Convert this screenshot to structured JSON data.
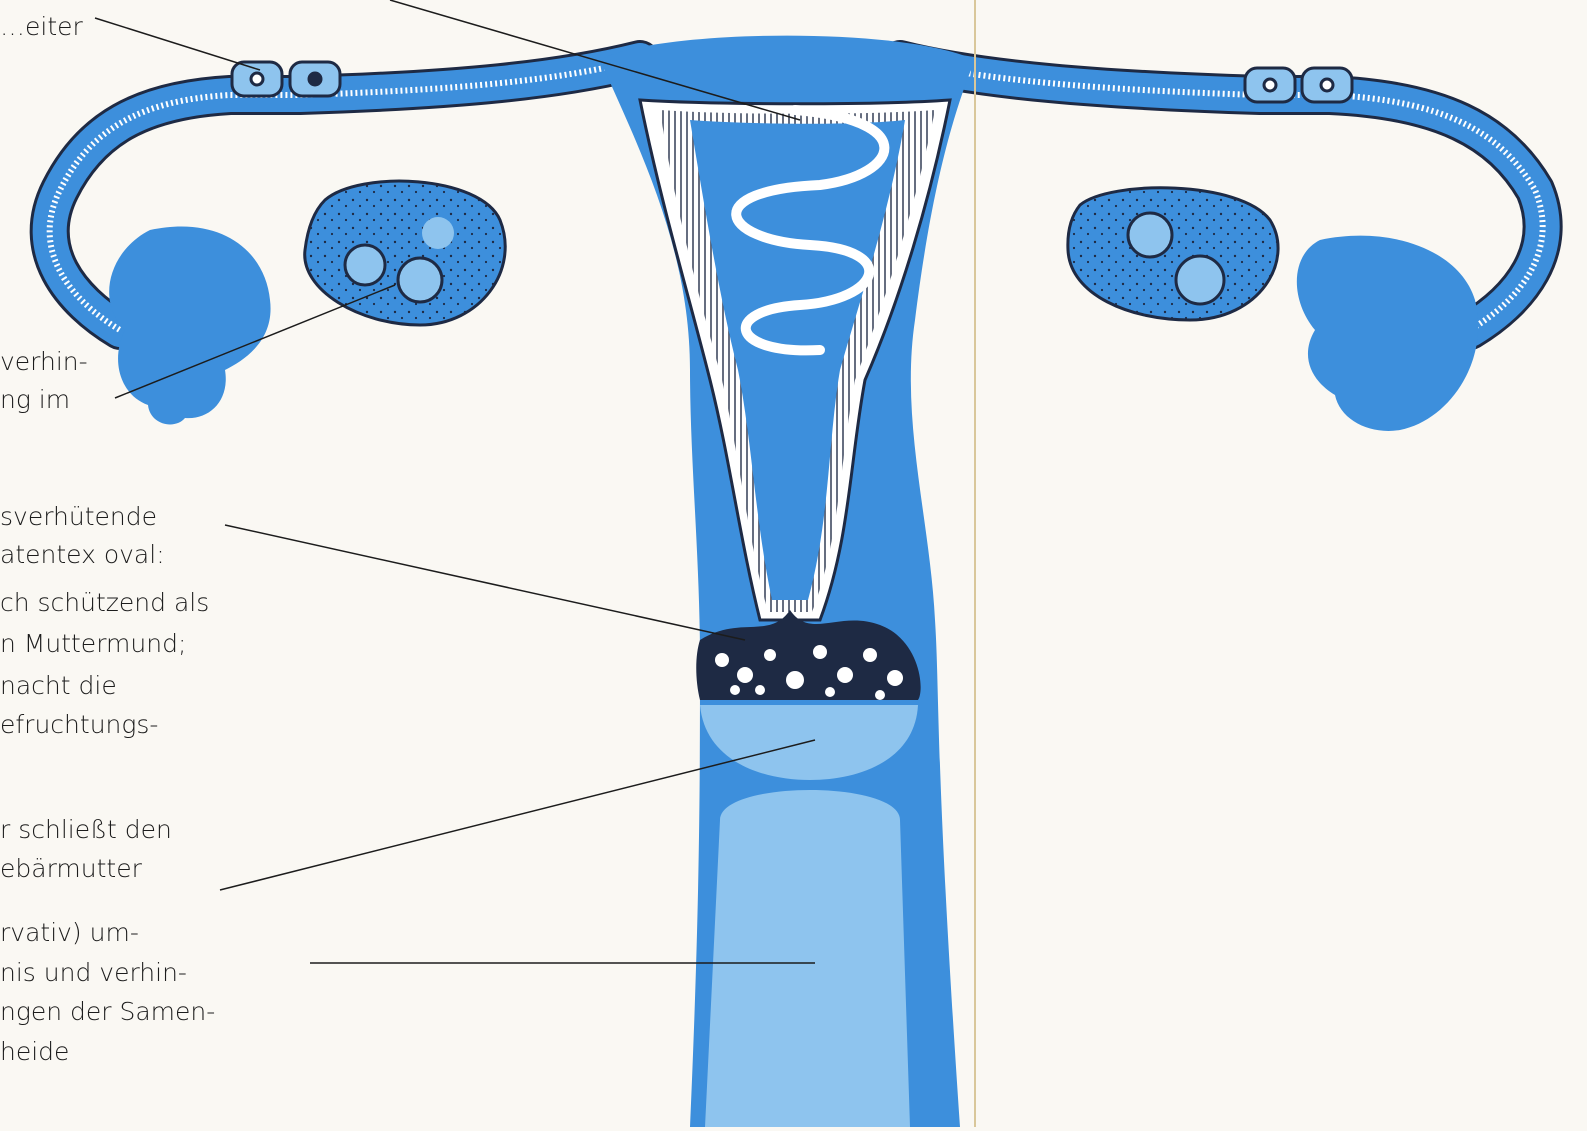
{
  "colors": {
    "paper": "#faf8f3",
    "organ": "#3d8fdc",
    "organ_light": "#8ec4ee",
    "dark_outline": "#1e2a44",
    "fold": "#d9c79a"
  },
  "labels": {
    "tube": [
      "…eiter"
    ],
    "ovary": [
      "verhin-",
      "ng im"
    ],
    "sponge": [
      "sverhütende",
      "atentex oval:",
      "ch schützend als",
      "n Muttermund;",
      "nacht die",
      "efruchtungs-"
    ],
    "diaphragm": [
      "r schließt den",
      "ebärmutter"
    ],
    "condom": [
      "rvativ) um-",
      "nis und verhin-",
      "ngen der Samen-",
      "heide"
    ]
  }
}
